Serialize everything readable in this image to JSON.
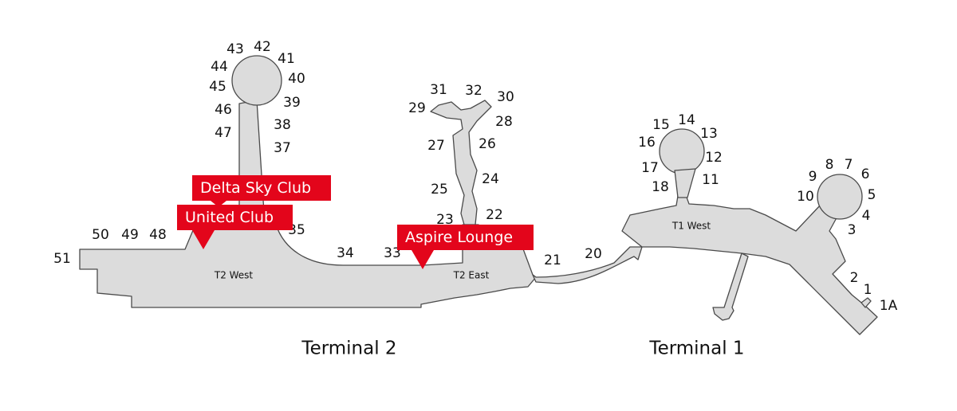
{
  "gates": [
    {
      "id": "51"
    },
    {
      "id": "50"
    },
    {
      "id": "49"
    },
    {
      "id": "48"
    },
    {
      "id": "47"
    },
    {
      "id": "46"
    },
    {
      "id": "45"
    },
    {
      "id": "44"
    },
    {
      "id": "43"
    },
    {
      "id": "42"
    },
    {
      "id": "41"
    },
    {
      "id": "40"
    },
    {
      "id": "39"
    },
    {
      "id": "38"
    },
    {
      "id": "37"
    },
    {
      "id": "35"
    },
    {
      "id": "34"
    },
    {
      "id": "33"
    },
    {
      "id": "31"
    },
    {
      "id": "32"
    },
    {
      "id": "30"
    },
    {
      "id": "29"
    },
    {
      "id": "28"
    },
    {
      "id": "27"
    },
    {
      "id": "26"
    },
    {
      "id": "25"
    },
    {
      "id": "24"
    },
    {
      "id": "23"
    },
    {
      "id": "22"
    },
    {
      "id": "21"
    },
    {
      "id": "20"
    },
    {
      "id": "15"
    },
    {
      "id": "14"
    },
    {
      "id": "13"
    },
    {
      "id": "16"
    },
    {
      "id": "12"
    },
    {
      "id": "17"
    },
    {
      "id": "11"
    },
    {
      "id": "18"
    },
    {
      "id": "9"
    },
    {
      "id": "8"
    },
    {
      "id": "7"
    },
    {
      "id": "6"
    },
    {
      "id": "10"
    },
    {
      "id": "5"
    },
    {
      "id": "4"
    },
    {
      "id": "3"
    },
    {
      "id": "2"
    },
    {
      "id": "1"
    },
    {
      "id": "1A"
    }
  ],
  "areas": {
    "t2_west": "T2 West",
    "t2_east": "T2 East",
    "t1_west": "T1 West"
  },
  "terminals": {
    "terminal_2": "Terminal 2",
    "terminal_1": "Terminal 1"
  },
  "lounges": {
    "delta_sky_club": "Delta Sky Club",
    "united_club": "United Club",
    "aspire_lounge": "Aspire Lounge"
  },
  "colors": {
    "lounge_marker": "#e3051b",
    "building_fill": "#dcdcdc",
    "building_outline": "#4a4a4a"
  }
}
